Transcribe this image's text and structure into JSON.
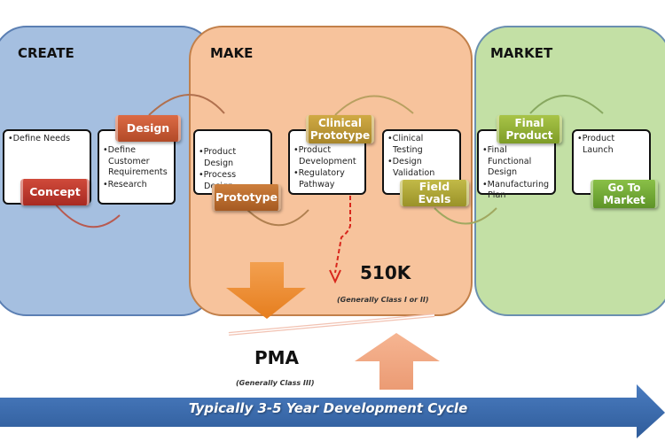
{
  "phases": {
    "create": {
      "title": "CREATE",
      "color": "#a5bfe0"
    },
    "make": {
      "title": "MAKE",
      "color": "#f7c39c"
    },
    "market": {
      "title": "MARKET",
      "color": "#c3e0a5"
    }
  },
  "steps": [
    {
      "tag": "Concept",
      "tag_color": "#c0392b",
      "items": [
        "Define Needs"
      ]
    },
    {
      "tag": "Design",
      "tag_color": "#c85a32",
      "items": [
        "Define Customer Requirements",
        "Research"
      ]
    },
    {
      "tag": "Prototype",
      "tag_color": "#b8672a",
      "items": [
        "Product Design",
        "Process Design"
      ]
    },
    {
      "tag": "Clinical Prototype",
      "tag_color": "#b8922e",
      "items": [
        "Product Development",
        "Regulatory Pathway"
      ]
    },
    {
      "tag": "Field Evals",
      "tag_color": "#a8a030",
      "items": [
        "Clinical Testing",
        "Design Validation"
      ]
    },
    {
      "tag": "Final Product",
      "tag_color": "#8faa2c",
      "items": [
        "Final Functional Design",
        "Manufacturing Plan"
      ]
    },
    {
      "tag": "Go To Market",
      "tag_color": "#6ea630",
      "items": [
        "Product Launch"
      ]
    }
  ],
  "regulatory": {
    "k510": {
      "label": "510K",
      "note": "(Generally Class I or II)"
    },
    "pma": {
      "label": "PMA",
      "note": "(Generally Class III)"
    }
  },
  "timeline": {
    "label": "Typically 3-5 Year Development Cycle",
    "color": "#3f6fb0"
  }
}
